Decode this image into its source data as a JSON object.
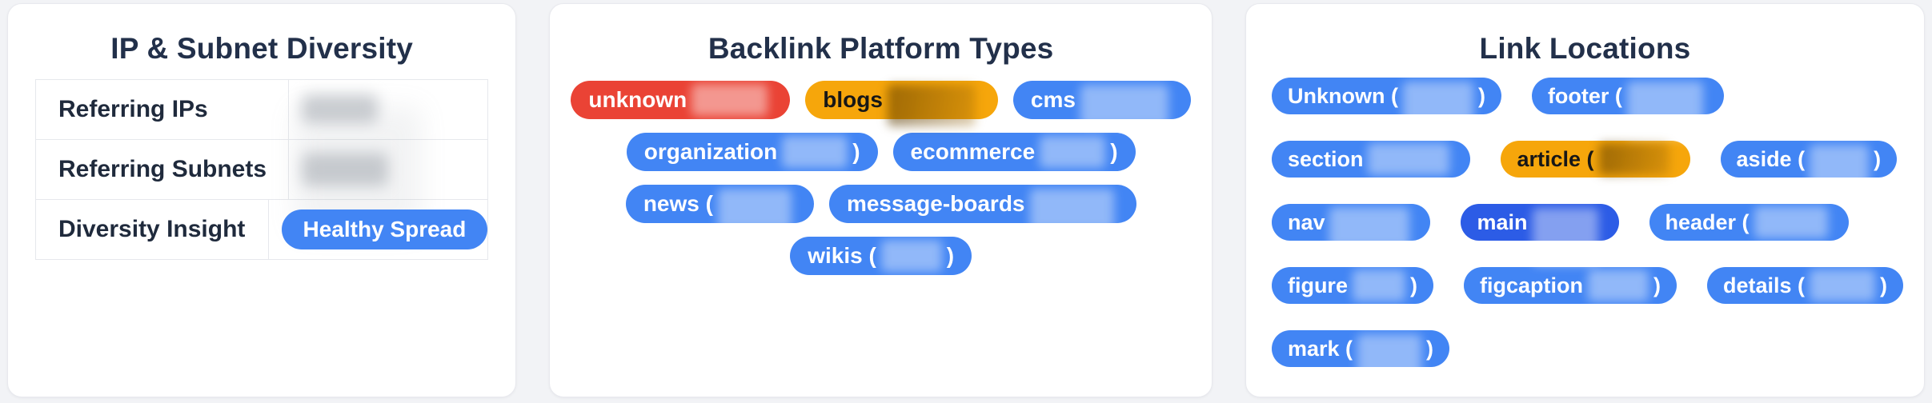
{
  "colors": {
    "page_bg": "#f2f3f6",
    "card_bg": "#ffffff",
    "card_border": "#e8e9ee",
    "heading_text": "#22304a",
    "table_border": "#e6e8ec",
    "pill_blue": "#4285f4",
    "pill_dark_blue": "#2c5ce6",
    "pill_red": "#ea4335",
    "pill_orange": "#f6a60b",
    "badge_bg": "#4285f4"
  },
  "diversity_card": {
    "title": "IP & Subnet Diversity",
    "rows": [
      {
        "label": "Referring IPs",
        "value_redacted": true
      },
      {
        "label": "Referring Subnets",
        "value_redacted": true
      },
      {
        "label": "Diversity Insight",
        "badge": "Healthy Spread"
      }
    ]
  },
  "platform_card": {
    "title": "Backlink Platform Types",
    "rows": [
      [
        {
          "text": "unknown",
          "suffix": "",
          "variant": "red",
          "count_redacted": true
        },
        {
          "text": "blogs",
          "suffix": "",
          "variant": "orange",
          "count_redacted": true
        },
        {
          "text": "cms",
          "suffix": "",
          "variant": "blue",
          "count_redacted": true
        }
      ],
      [
        {
          "text": "organization",
          "suffix": ")",
          "variant": "blue",
          "count_redacted": true
        },
        {
          "text": "ecommerce",
          "suffix": ")",
          "variant": "blue",
          "count_redacted": true
        }
      ],
      [
        {
          "text": "news (",
          "suffix": "",
          "variant": "blue",
          "count_redacted": true
        },
        {
          "text": "message-boards",
          "suffix": "",
          "variant": "blue",
          "count_redacted": true
        }
      ],
      [
        {
          "text": "wikis (",
          "suffix": ")",
          "variant": "blue",
          "count_redacted": true
        }
      ]
    ]
  },
  "locations_card": {
    "title": "Link Locations",
    "rows": [
      [
        {
          "text": "Unknown (",
          "suffix": ")",
          "variant": "blue",
          "count_redacted": true
        },
        {
          "text": "footer (",
          "suffix": "",
          "variant": "blue",
          "count_redacted": true
        }
      ],
      [
        {
          "text": "section",
          "suffix": "",
          "variant": "blue",
          "count_redacted": true
        },
        {
          "text": "article (",
          "suffix": "",
          "variant": "orange",
          "count_redacted": true
        },
        {
          "text": "aside (",
          "suffix": ")",
          "variant": "blue",
          "count_redacted": true
        }
      ],
      [
        {
          "text": "nav",
          "suffix": "",
          "variant": "blue",
          "count_redacted": true
        },
        {
          "text": "main",
          "suffix": "",
          "variant": "darkblue",
          "count_redacted": true
        },
        {
          "text": "header (",
          "suffix": "",
          "variant": "blue",
          "count_redacted": true
        }
      ],
      [
        {
          "text": "figure",
          "suffix": ")",
          "variant": "blue",
          "count_redacted": true
        },
        {
          "text": "figcaption",
          "suffix": ")",
          "variant": "blue",
          "count_redacted": true
        },
        {
          "text": "details (",
          "suffix": ")",
          "variant": "blue",
          "count_redacted": true
        }
      ],
      [
        {
          "text": "mark (",
          "suffix": ")",
          "variant": "blue",
          "count_redacted": true
        }
      ]
    ]
  }
}
